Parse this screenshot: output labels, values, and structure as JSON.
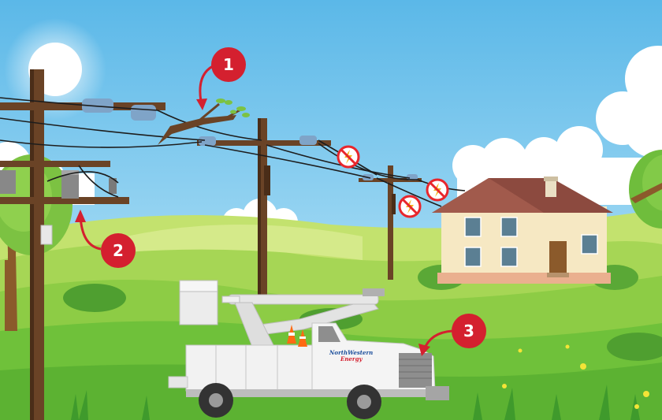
{
  "colors": {
    "sky_top": "#5bb8e8",
    "sky_bottom": "#c9ecfa",
    "cloud": "#ffffff",
    "hill_far": "#c3e26e",
    "hill_mid": "#8dcc45",
    "grass": "#6fc13a",
    "grass_dark": "#3f9a2c",
    "pole": "#6a4326",
    "pole_dark": "#4a2d18",
    "insulator": "#7fa4c8",
    "marker_red": "#d4202f",
    "no_symbol_red": "#e8262c",
    "house_wall": "#f6e8c3",
    "house_roof": "#8c4a3f",
    "house_door": "#8b5a2b",
    "truck_white": "#f4f4f4",
    "truck_gray": "#8e8e8e",
    "tire": "#333333",
    "cone_orange": "#ff6a13",
    "logo_blue": "#1c4f9c",
    "logo_red": "#d4202f"
  },
  "markers": [
    {
      "label": "1"
    },
    {
      "label": "2"
    },
    {
      "label": "3"
    }
  ],
  "truck": {
    "logo_line1": "NorthWestern",
    "logo_line2": "Energy"
  },
  "icons": {
    "no_contact": "no-lightning-icon",
    "sun": "sun-icon"
  }
}
